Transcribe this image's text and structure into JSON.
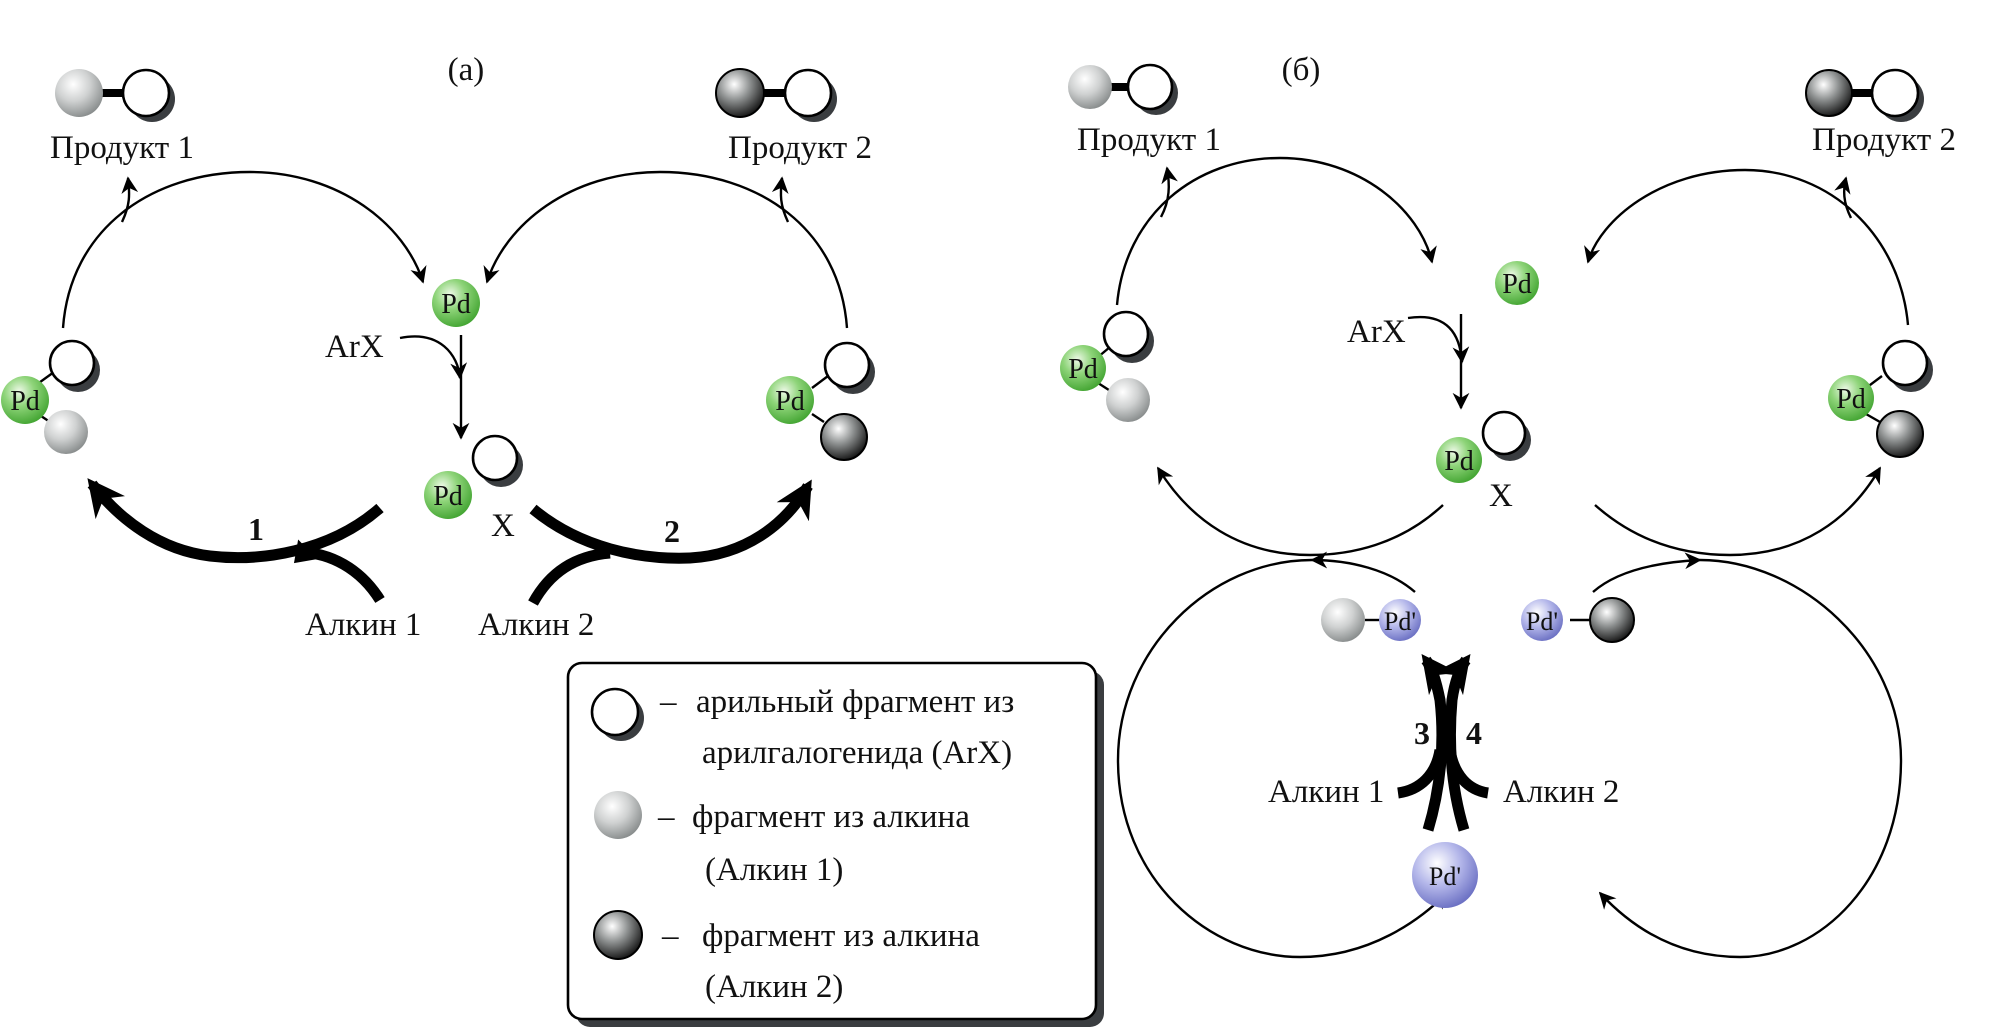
{
  "panels": {
    "a": {
      "label": "(а)",
      "product1": "Продукт 1",
      "product2": "Продукт 2",
      "reagent": "ArX",
      "halide": "X",
      "metal": "Pd",
      "step1": "1",
      "step2": "2",
      "alkyne1": "Алкин 1",
      "alkyne2": "Алкин 2"
    },
    "b": {
      "label": "(б)",
      "product1": "Продукт 1",
      "product2": "Продукт 2",
      "reagent": "ArX",
      "halide": "X",
      "metal": "Pd",
      "co_metal": "Pd'",
      "step3": "3",
      "step4": "4",
      "alkyne1": "Алкин 1",
      "alkyne2": "Алкин 2"
    }
  },
  "legend": {
    "items": [
      {
        "icon": "white-aryl-circle",
        "dash": "–",
        "line1": "арильный фрагмент из",
        "line2": "арилгалогенида (ArX)"
      },
      {
        "icon": "light-grey-sphere",
        "dash": "–",
        "line1": "фрагмент из  алкина",
        "line2": "(Алкин 1)"
      },
      {
        "icon": "dark-grey-sphere",
        "dash": "–",
        "line1": "фрагмент из алкина",
        "line2": "(Алкин 2)"
      }
    ]
  },
  "colors": {
    "pd_green": "#5cc04a",
    "pd_prime_blue": "#8f93d6",
    "alkyne1_grey": "#b9bcbc",
    "alkyne2_dark": "#2a2a2a",
    "shadow": "#3a3d40"
  }
}
